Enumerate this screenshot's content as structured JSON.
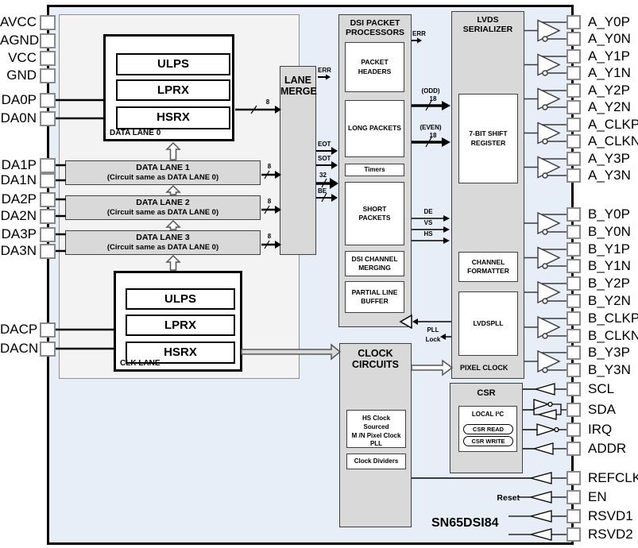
{
  "part_number": "SN65DSI84",
  "pins": {
    "left": [
      "AVCC",
      "AGND",
      "VCC",
      "GND",
      "DA0P",
      "DA0N",
      "DA1P",
      "DA1N",
      "DA2P",
      "DA2N",
      "DA3P",
      "DA3N",
      "DACP",
      "DACN"
    ],
    "right": [
      "A_Y0P",
      "A_Y0N",
      "A_Y1P",
      "A_Y1N",
      "A_Y2P",
      "A_Y2N",
      "A_CLKP",
      "A_CLKN",
      "A_Y3P",
      "A_Y3N",
      "B_Y0P",
      "B_Y0N",
      "B_Y1P",
      "B_Y1N",
      "B_Y2P",
      "B_Y2N",
      "B_CLKP",
      "B_CLKN",
      "B_Y3P",
      "B_Y3N",
      "SCL",
      "SDA",
      "IRQ",
      "ADDR",
      "REFCLK",
      "EN",
      "RSVD1",
      "RSVD2"
    ]
  },
  "data_lane0": {
    "label": "DATA LANE 0",
    "ulps": "ULPS",
    "lprx": "LPRX",
    "hsrx": "HSRX"
  },
  "clk_lane": {
    "label": "CLK LANE",
    "ulps": "ULPS",
    "lprx": "LPRX",
    "hsrx": "HSRX"
  },
  "lanes": [
    {
      "title": "DATA LANE 1",
      "subtitle": "(Circuit same as DATA LANE 0)"
    },
    {
      "title": "DATA LANE 2",
      "subtitle": "(Circuit same as DATA LANE 0)"
    },
    {
      "title": "DATA LANE 3",
      "subtitle": "(Circuit same as DATA LANE 0)"
    }
  ],
  "lane_merge": {
    "title": "LANE MERGE"
  },
  "dsi_pp": {
    "title": "DSI PACKET PROCESSORS",
    "packet_headers": "PACKET HEADERS",
    "long_packets": "LONG PACKETS",
    "timers": "Timers",
    "short_packets": "SHORT PACKETS",
    "channel_merging": "DSI CHANNEL MERGING",
    "line_buffer": "PARTIAL LINE BUFFER"
  },
  "lvds": {
    "title": "LVDS SERIALIZER",
    "shift_register": "7-BIT SHIFT REGISTER",
    "channel_formatter": "CHANNEL FORMATTER",
    "pll": "LVDSPLL",
    "pixel_clock": "PIXEL CLOCK"
  },
  "clock": {
    "title": "CLOCK CIRCUITS",
    "pll_line1": "HS Clock Sourced",
    "pll_line2": "M /N Pixel Clock",
    "pll_line3": "PLL",
    "dividers": "Clock Dividers"
  },
  "csr": {
    "title": "CSR",
    "local_i2c": "LOCAL I²C",
    "read": "CSR READ",
    "write": "CSR WRITE"
  },
  "signals": {
    "bus8": "8",
    "bus18": "18",
    "bus32": "32",
    "err": "ERR",
    "eot": "EOT",
    "sot": "SOT",
    "be": "BE",
    "odd": "(ODD)",
    "even": "(EVEN)",
    "de": "DE",
    "vs": "VS",
    "hs": "HS",
    "pll_lock_1": "PLL",
    "pll_lock_2": "Lock",
    "reset": "Reset"
  }
}
